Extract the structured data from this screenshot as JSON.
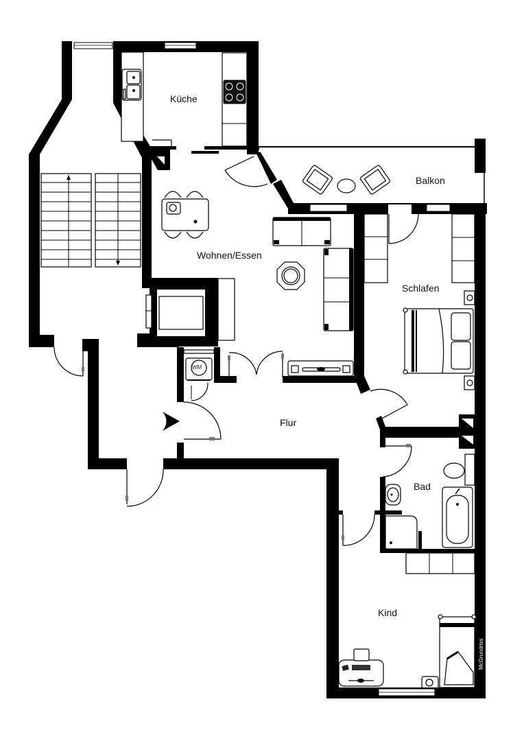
{
  "plan": {
    "rooms": [
      {
        "id": "kueche",
        "label": "Küche"
      },
      {
        "id": "balkon",
        "label": "Balkon"
      },
      {
        "id": "wohnen",
        "label": "Wohnen/Essen"
      },
      {
        "id": "schlafen",
        "label": "Schlafen"
      },
      {
        "id": "flur",
        "label": "Flur"
      },
      {
        "id": "bad",
        "label": "Bad"
      },
      {
        "id": "kind",
        "label": "Kind"
      }
    ],
    "appliances": {
      "washing_machine": "WM"
    },
    "watermark": "McGrundriss",
    "entrance_icon": "entrance-arrow-icon",
    "colors": {
      "wall": "#000000",
      "background": "#ffffff"
    }
  }
}
